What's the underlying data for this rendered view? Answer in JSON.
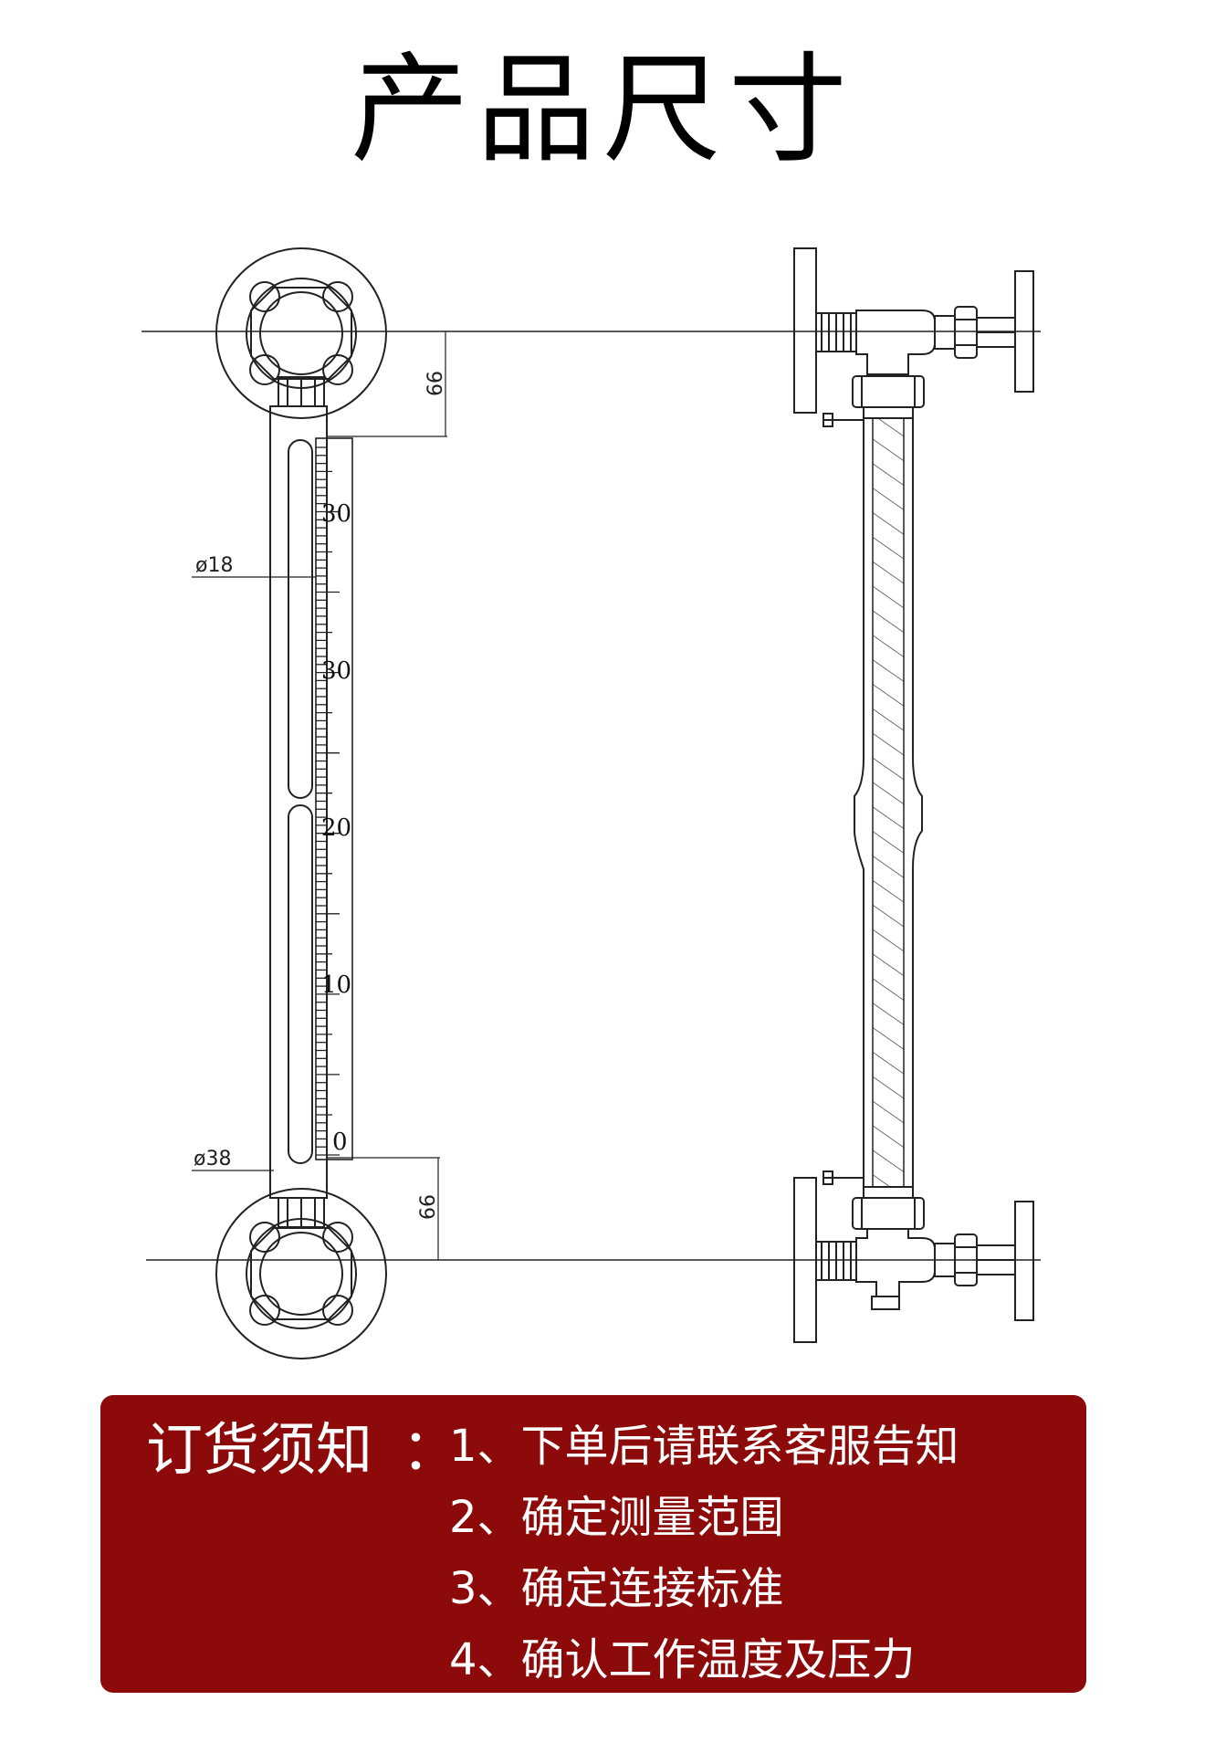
{
  "title": "产品尺寸",
  "front_view": {
    "scale_labels": [
      "30",
      "30",
      "20",
      "10",
      "0"
    ],
    "dimension_labels": {
      "top_length": "66",
      "bottom_length": "66",
      "tube_diameter": "ø18",
      "body_diameter": "ø38"
    }
  },
  "order_notice": {
    "heading": "订货须知",
    "colon": "：",
    "items": [
      "1、下单后请联系客服告知",
      "2、确定测量范围",
      "3、确定连接标准",
      "4、确认工作温度及压力"
    ],
    "background_color": "#8c0a0a",
    "text_color": "#ffffff"
  }
}
